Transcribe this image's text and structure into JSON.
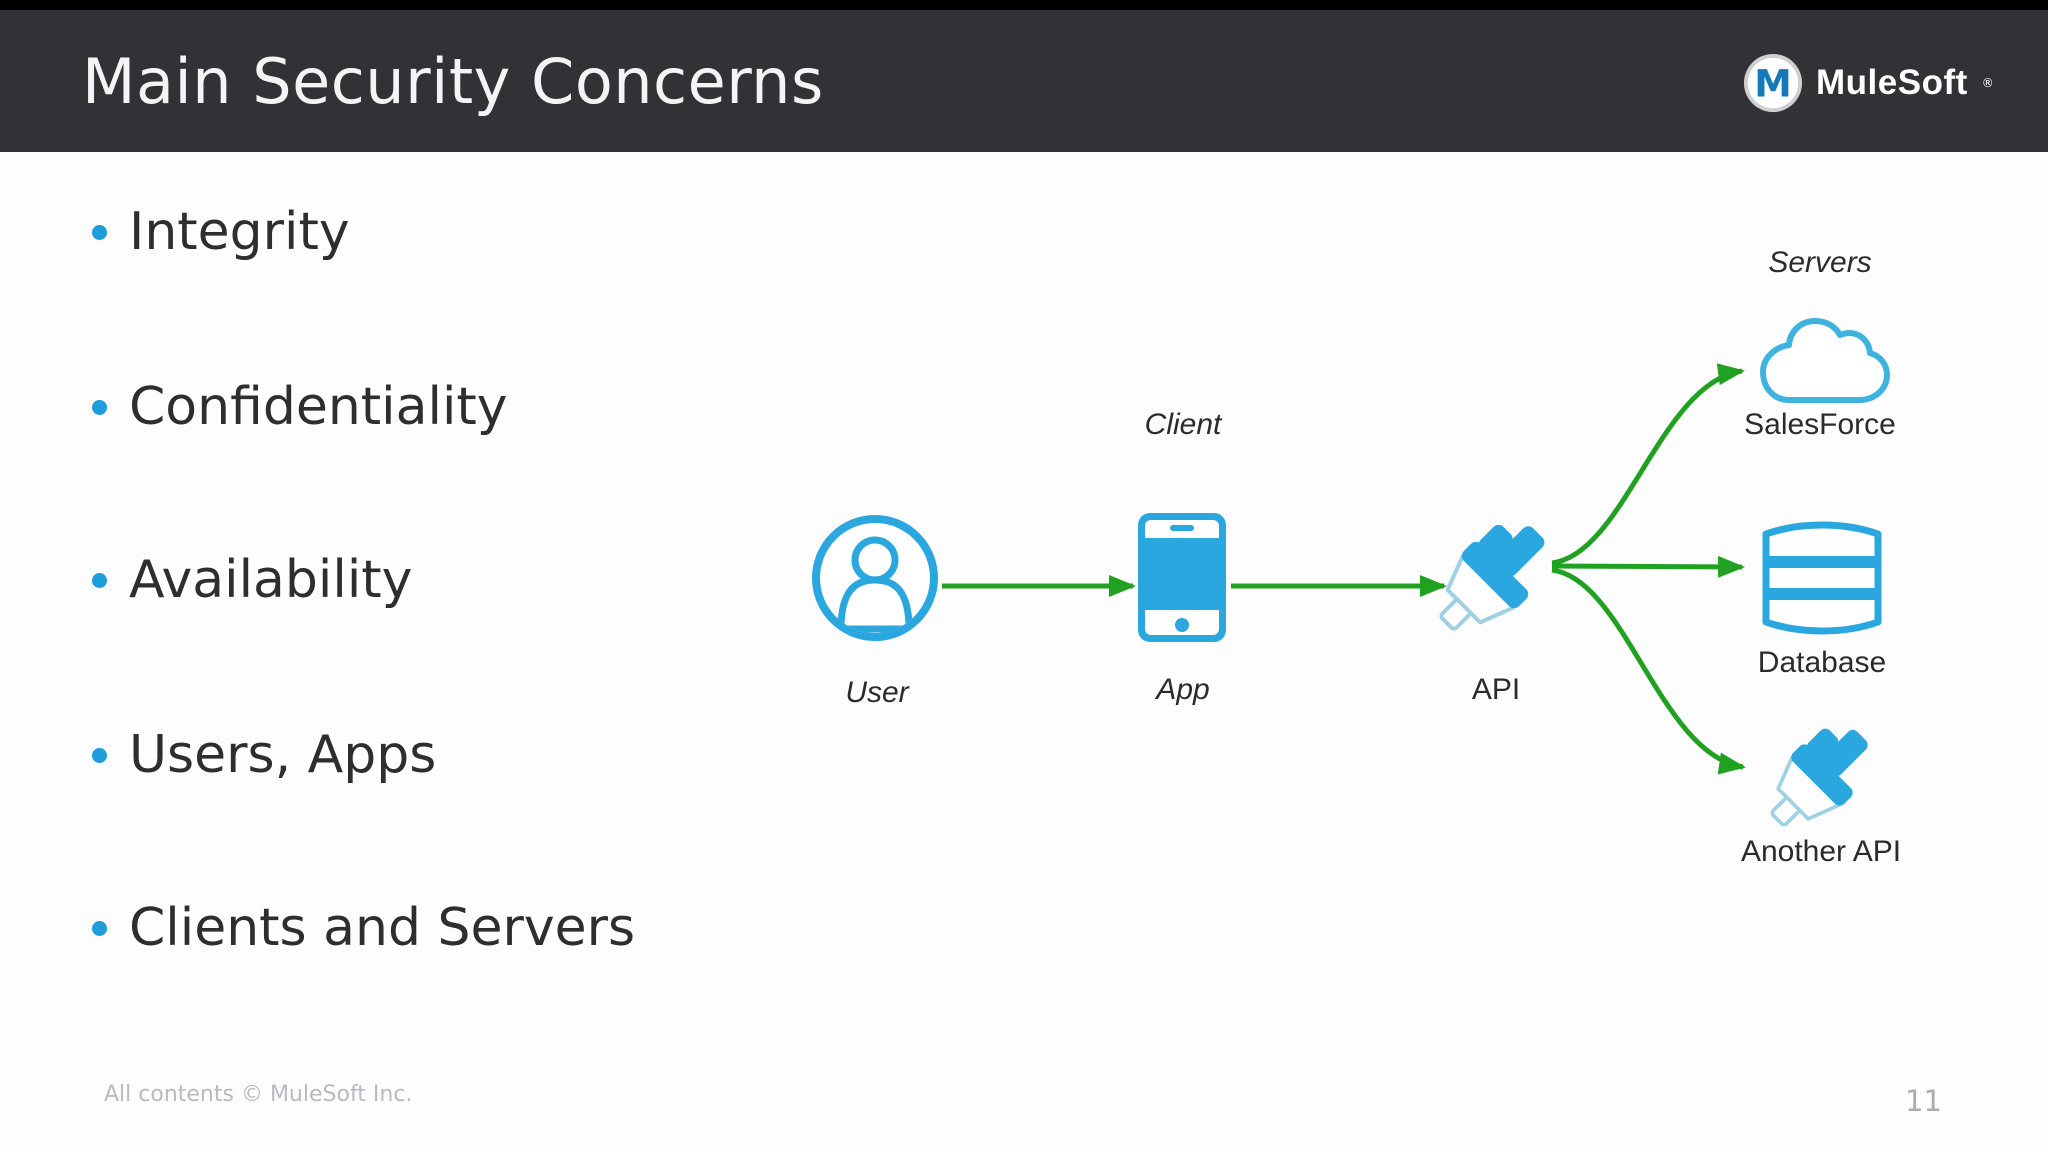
{
  "slide": {
    "title": "Main Security Concerns",
    "footer": "All contents © MuleSoft Inc.",
    "page_number": "11"
  },
  "logo": {
    "brand": "MuleSoft",
    "registered_mark": "®",
    "monogram": "M"
  },
  "bullets": [
    "Integrity",
    "Confidentiality",
    "Availability",
    "Users, Apps",
    "Clients and Servers"
  ],
  "diagram": {
    "group_labels": {
      "client": "Client",
      "servers": "Servers"
    },
    "nodes": {
      "user": {
        "label": "User",
        "icon": "user-icon"
      },
      "app": {
        "label": "App",
        "icon": "smartphone-icon"
      },
      "api": {
        "label": "API",
        "icon": "plug-icon"
      },
      "salesforce": {
        "label": "SalesForce",
        "icon": "cloud-icon"
      },
      "database": {
        "label": "Database",
        "icon": "database-icon"
      },
      "another_api": {
        "label": "Another API",
        "icon": "plug-icon"
      }
    },
    "edges": [
      {
        "from": "user",
        "to": "app"
      },
      {
        "from": "app",
        "to": "api"
      },
      {
        "from": "api",
        "to": "salesforce"
      },
      {
        "from": "api",
        "to": "database"
      },
      {
        "from": "api",
        "to": "another_api"
      }
    ]
  },
  "colors": {
    "header_bg": "#323236",
    "top_strip": "#000000",
    "bullet_dot": "#1d9dd9",
    "icon_blue": "#2aa7df",
    "plug_outline": "#9fd0e3",
    "arrow_green": "#21a121",
    "logo_blue": "#1478b9",
    "text_dark": "#2e2e2e",
    "muted_gray": "#b9b9c1"
  }
}
